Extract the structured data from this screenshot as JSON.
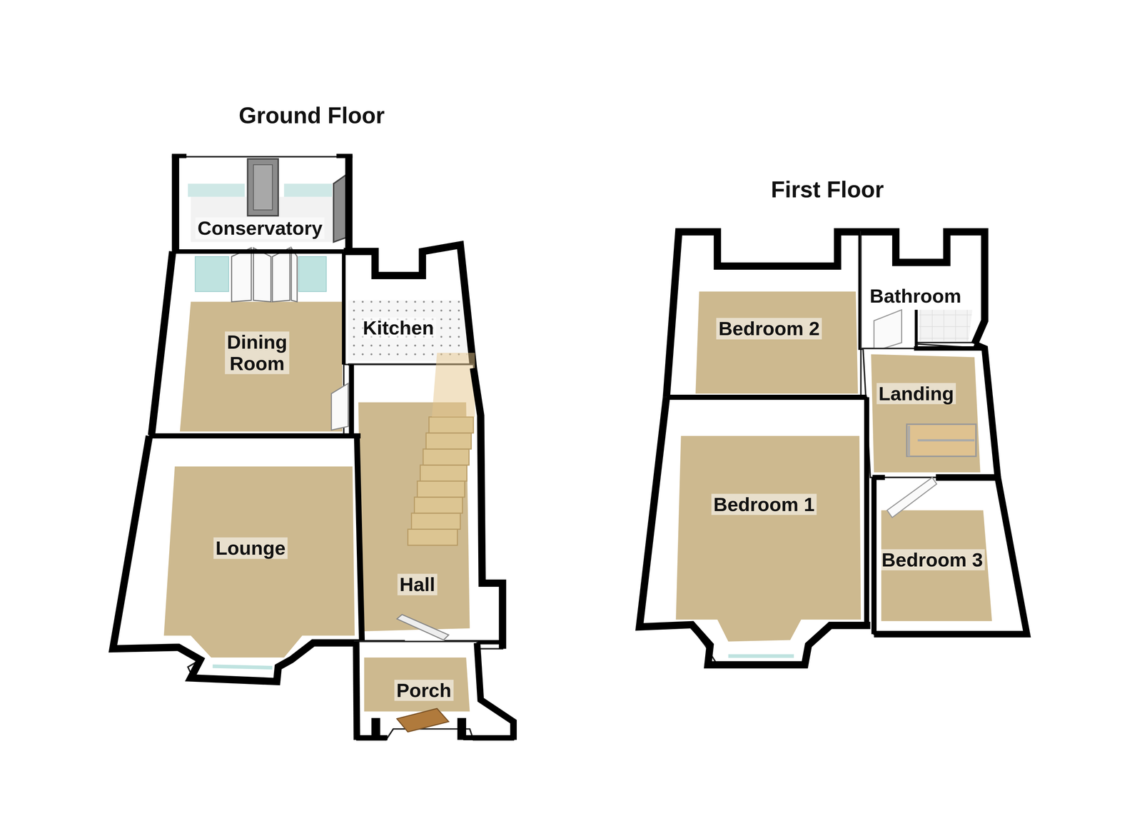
{
  "diagram": {
    "nodes": [
      {
        "text": [
          "Ground Floor"
        ]
      },
      {
        "text": [
          "Conservatory"
        ],
        "in": 0
      },
      {
        "text": [
          "Dining Room"
        ],
        "in": 0
      },
      {
        "text": [
          "Kitchen"
        ],
        "in": 0
      },
      {
        "text": [
          "Lounge"
        ],
        "in": 0
      },
      {
        "text": [
          "Hall"
        ],
        "in": 0
      },
      {
        "text": [
          "Porch"
        ],
        "in": 0
      },
      {
        "text": [
          "First Floor"
        ]
      },
      {
        "text": [
          "Bedroom 2"
        ],
        "in": 7
      },
      {
        "text": [
          "Bathroom"
        ],
        "in": 7
      },
      {
        "text": [
          "Landing"
        ],
        "in": 7
      },
      {
        "text": [
          "Bedroom 1"
        ],
        "in": 7
      },
      {
        "text": [
          "Bedroom 3"
        ],
        "in": 7
      }
    ]
  }
}
